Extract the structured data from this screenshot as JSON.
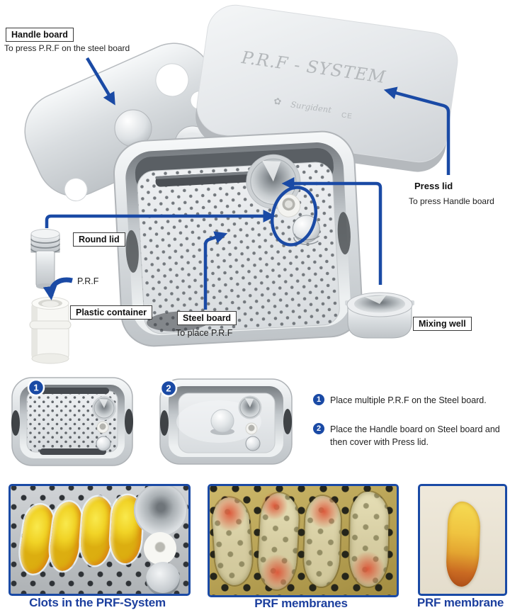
{
  "colors": {
    "accent_blue": "#1a4aa5",
    "caption_blue": "#1c3f9e",
    "engrave_gray": "#b4b8bb"
  },
  "diagram": {
    "handle_board": {
      "label": "Handle board",
      "desc": "To press P.R.F on the steel board"
    },
    "press_lid": {
      "label": "Press lid",
      "desc": "To press Handle board"
    },
    "round_lid": {
      "label": "Round lid"
    },
    "prf": {
      "label": "P.R.F"
    },
    "plastic_container": {
      "label": "Plastic container"
    },
    "steel_board": {
      "label": "Steel board",
      "desc": "To place P.R.F"
    },
    "mixing_well": {
      "label": "Mixing well"
    },
    "lid_engraving": {
      "title": "P.R.F - SYSTEM",
      "logo": "✿",
      "brand": "Surgident",
      "ce_mark": "CE"
    }
  },
  "steps": [
    {
      "num": "1",
      "text": "Place multiple P.R.F on the Steel board."
    },
    {
      "num": "2",
      "text": "Place the Handle board on Steel board and then cover with Press lid."
    }
  ],
  "photos": [
    {
      "caption": "Clots in the PRF-System"
    },
    {
      "caption": "PRF membranes"
    },
    {
      "caption": "PRF membrane"
    }
  ]
}
